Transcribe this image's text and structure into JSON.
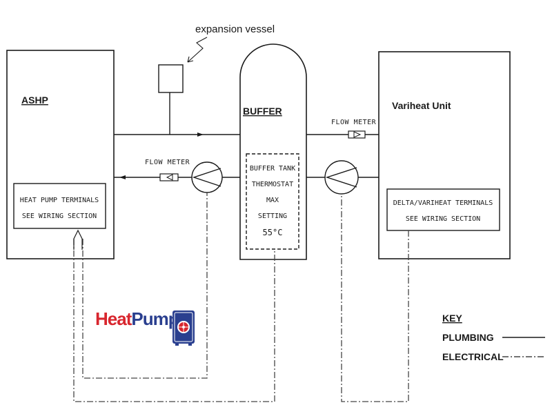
{
  "labels": {
    "expansion_vessel": "expansion vessel",
    "ashp": "ASHP",
    "buffer": "BUFFER",
    "variheat": "Variheat Unit",
    "flow_meter_left": "FLOW METER",
    "flow_meter_right": "FLOW METER",
    "hp_terminals_line1": "HEAT PUMP TERMINALS",
    "hp_terminals_line2": "SEE WIRING SECTION",
    "delta_terminals_line1": "DELTA/VARIHEAT TERMINALS",
    "delta_terminals_line2": "SEE WIRING SECTION",
    "thermostat_line1": "BUFFER TANK",
    "thermostat_line2": "THERMOSTAT",
    "thermostat_line3": "MAX",
    "thermostat_line4": "SETTING",
    "thermostat_line5": "55°C"
  },
  "key": {
    "title": "KEY",
    "plumbing": "PLUMBING",
    "electrical": "ELECTRICAL"
  },
  "logo": {
    "text_heat": "Heat",
    "text_pump": "Pump",
    "color_heat": "#d8262e",
    "color_pump": "#2a3f8f"
  },
  "colors": {
    "line": "#1a1a1a",
    "electrical": "#444444"
  }
}
